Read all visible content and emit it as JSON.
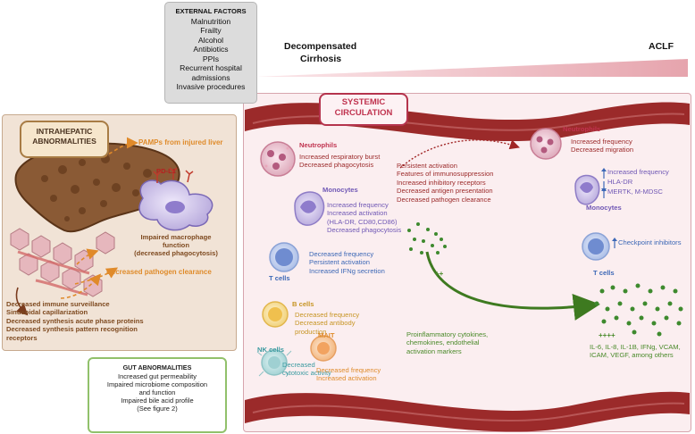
{
  "external_factors": {
    "title": "EXTERNAL FACTORS",
    "items": [
      "Malnutrition",
      "Frailty",
      "Alcohol",
      "Antibiotics",
      "PPIs",
      "Recurrent hospital",
      "admissions",
      "Invasive procedures"
    ]
  },
  "stages": {
    "left": "Decompensated",
    "left2": "Cirrhosis",
    "right": "ACLF"
  },
  "intrahepatic": {
    "title_line1": "INTRAHEPATIC",
    "title_line2": "ABNORMALITIES",
    "pamps": "PAMPs from injured liver",
    "pdl1": "PD-L1",
    "macrophage_line1": "Impaired macrophage function",
    "macrophage_line2": "(decreased phagocytosis)",
    "clearance": "Decreased pathogen clearance",
    "list": [
      "Decreased immune surveillance",
      "Sinusoidal capillarization",
      "Decreased synthesis acute phase proteins",
      "Decreased synthesis pattern recognition",
      "receptors"
    ]
  },
  "gut": {
    "title": "GUT ABNORMALITIES",
    "items": [
      "Increased gut permeability",
      "Impaired microbiome composition",
      "and function",
      "Impaired bile acid profile",
      "(See figure 2)"
    ]
  },
  "systemic": {
    "title_line1": "SYSTEMIC",
    "title_line2": "CIRCULATION",
    "neutrophils_left": {
      "label": "Neutrophils",
      "lines": [
        "Increased respiratory burst",
        "Decreased phagocytosis"
      ]
    },
    "monocytes_left": {
      "label": "Monocytes",
      "lines": [
        "Increased frequency",
        "Increased activation",
        "(HLA-DR, CD80,CD86)",
        "Decreased phagocytosis"
      ]
    },
    "tcells_left": {
      "label": "T cells",
      "lines": [
        "Decreased frequency",
        "Persistent activation",
        "Increased IFNg secretion"
      ]
    },
    "bcells": {
      "label": "B cells",
      "lines": [
        "Decreased frequency",
        "Decreased antibody",
        "production"
      ]
    },
    "nkcells": {
      "label": "NK cells",
      "lines": [
        "Decreased",
        "cytotoxic activity"
      ]
    },
    "mait": {
      "label": "MAIT",
      "lines": [
        "Decreased frequency",
        "Increased activation"
      ]
    },
    "center": [
      "Persistent activation",
      "Features of immunosuppression",
      "Increased inhibitory receptors",
      "Decreased antigen presentation",
      "Decreased pathogen clearance"
    ],
    "plus_small": "++",
    "plus_large": "++++",
    "cytokines": [
      "Proinflammatory cytokines,",
      "chemokines, endothelial",
      "activation markers"
    ],
    "neutrophils_right": {
      "label": "Neutrophils",
      "lines": [
        "Increased frequency",
        "Decreased migration"
      ]
    },
    "monocytes_right": {
      "label": "Monocytes",
      "line1": "Increased frequency",
      "line2": "HLA-DR",
      "line3": "MERTK, M-MDSC"
    },
    "tcells_right": {
      "label": "T cells",
      "checkpoint": "Checkpoint inhibitors"
    },
    "cytokine_list": [
      "IL-6, IL-8, IL-1B, IFNg, VCAM,",
      "ICAM, VEGF, among others"
    ]
  },
  "colors": {
    "red_text": "#9c2b2b",
    "purple_text": "#7058b5",
    "blue_text": "#3d68b6",
    "green_text": "#4a8a2a",
    "orange_text": "#df8b2a",
    "vessel": "#9b2a2a"
  }
}
